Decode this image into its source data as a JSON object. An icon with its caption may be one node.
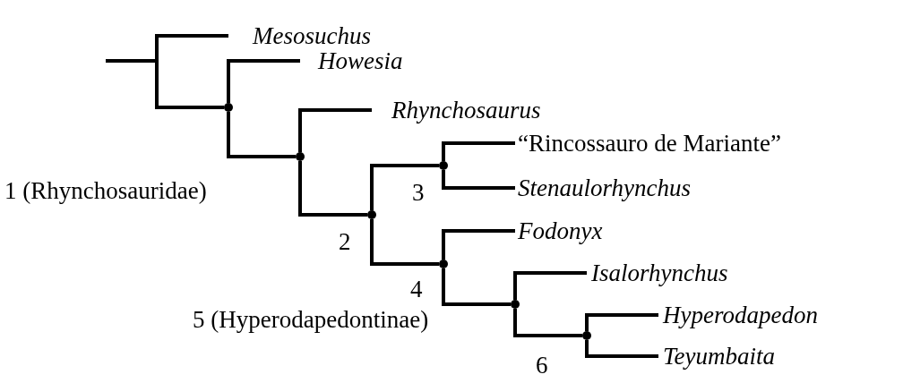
{
  "diagram": {
    "nodes": [
      {
        "text": [],
        "shape": "bar"
      },
      {
        "text": [
          "Mesosuchus"
        ]
      },
      {
        "text": [],
        "shape": "circle"
      },
      {
        "text": [
          "Howesia"
        ]
      },
      {
        "text": [],
        "shape": "circle"
      },
      {
        "text": [
          "Rhynchosaurus"
        ]
      },
      {
        "text": [],
        "shape": "circle"
      },
      {
        "text": [
          "“Rincossauro de Mariante”"
        ]
      },
      {
        "text": [
          "Stenaulorhynchus"
        ]
      },
      {
        "text": [],
        "shape": "circle"
      },
      {
        "text": [
          "Fodonyx"
        ]
      },
      {
        "text": [],
        "shape": "circle"
      },
      {
        "text": [
          "Isalorhynchus"
        ]
      },
      {
        "text": [],
        "shape": "circle"
      },
      {
        "text": [
          "Hyperodapedon"
        ]
      },
      {
        "text": [],
        "shape": "circle"
      },
      {
        "text": [
          "Teyumbaita"
        ]
      }
    ],
    "edges": [
      {
        "from": null,
        "to": 0,
        "arrow": "none"
      },
      {
        "from": 0,
        "to": 1,
        "arrow": "none"
      },
      {
        "from": 0,
        "to": 2,
        "arrow": "none"
      },
      {
        "from": 2,
        "to": 3,
        "arrow": "none"
      },
      {
        "from": 2,
        "to": 4,
        "arrow": "none"
      },
      {
        "from": 4,
        "to": 5,
        "arrow": "none"
      },
      {
        "from": 4,
        "to": 9,
        "arrow": "none"
      },
      {
        "from": 9,
        "to": 6,
        "arrow": "none"
      },
      {
        "from": 6,
        "to": 7,
        "arrow": "none"
      },
      {
        "from": 6,
        "to": 8,
        "arrow": "none"
      },
      {
        "from": 9,
        "to": 11,
        "arrow": "none"
      },
      {
        "from": 11,
        "to": 10,
        "arrow": "none"
      },
      {
        "from": 11,
        "to": 13,
        "arrow": "none"
      },
      {
        "from": 13,
        "to": 12,
        "arrow": "none"
      },
      {
        "from": 13,
        "to": 15,
        "arrow": "none"
      },
      {
        "from": 15,
        "to": 14,
        "arrow": "none"
      },
      {
        "from": 15,
        "to": 16,
        "arrow": "none"
      }
    ],
    "labels": [
      "1 (Rhynchosauridae)",
      "3",
      "2",
      "4",
      "5 (Hyperodapedontinae)",
      "6"
    ]
  }
}
